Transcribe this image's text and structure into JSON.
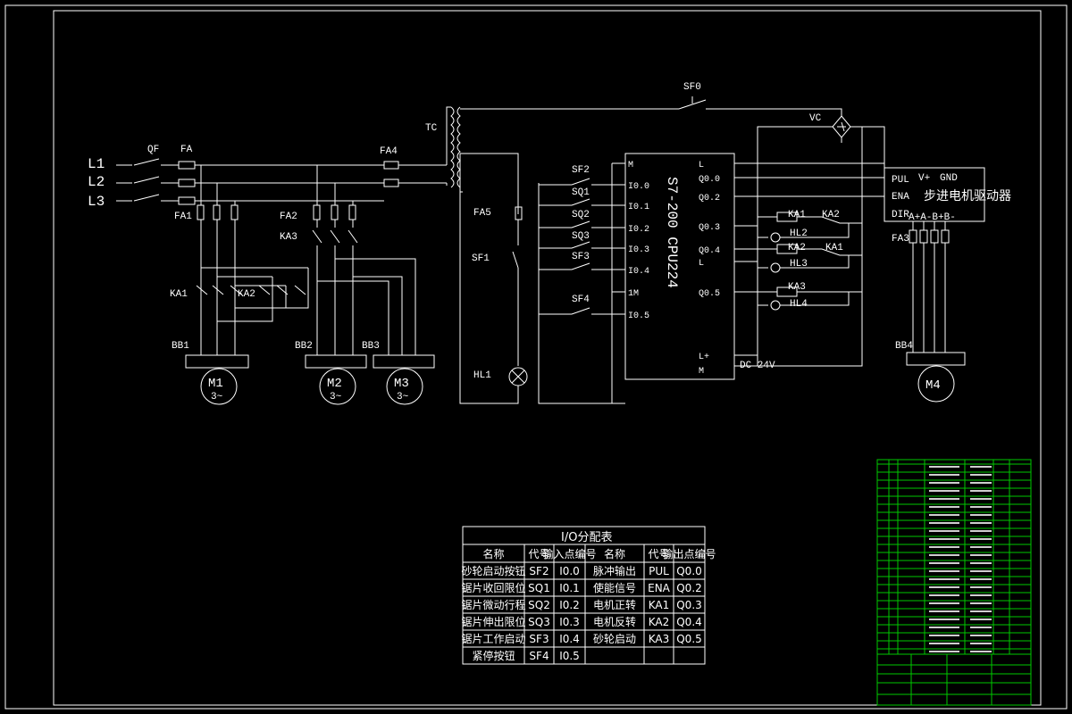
{
  "lines": {
    "l1": "L1",
    "l2": "L2",
    "l3": "L3",
    "qf": "QF",
    "fa": "FA",
    "fa1": "FA1",
    "fa2": "FA2",
    "fa4": "FA4",
    "fa5": "FA5",
    "fa3": "FA3",
    "ka3": "KA3",
    "tc": "TC",
    "sf0": "SF0",
    "sf1": "SF1",
    "vc": "VC",
    "hl1": "HL1"
  },
  "motors": {
    "ka1": "KA1",
    "ka2": "KA2",
    "bb1": "BB1",
    "bb2": "BB2",
    "bb3": "BB3",
    "bb4": "BB4",
    "m1": "M1",
    "m2": "M2",
    "m3": "M3",
    "m4": "M4",
    "three_phase": "3~"
  },
  "inputs": {
    "sf2": "SF2",
    "sq1": "SQ1",
    "sq2": "SQ2",
    "sq3": "SQ3",
    "sf3": "SF3",
    "sf4": "SF4"
  },
  "plc": {
    "model": "S7-200 CPU224",
    "left_pins": [
      "M",
      "I0.0",
      "I0.1",
      "I0.2",
      "I0.3",
      "I0.4",
      "1M",
      "I0.5"
    ],
    "right_pins": [
      "L",
      "Q0.0",
      "Q0.2",
      "Q0.3",
      "Q0.4",
      "L",
      "Q0.5",
      "L+",
      "M"
    ],
    "dc": "DC 24V"
  },
  "outputs": {
    "ka1": "KA1",
    "ka2": "KA2",
    "hl2": "HL2",
    "hl3": "HL3",
    "ka2b": "KA2",
    "ka1b": "KA1",
    "ka3": "KA3",
    "hl4": "HL4"
  },
  "driver": {
    "title": "步进电机驱动器",
    "pul": "PUL",
    "ena": "ENA",
    "dir": "DIR",
    "vplus": "V+",
    "gnd": "GND",
    "phases": "A+A-B+B-"
  },
  "io_table": {
    "title": "I/O分配表",
    "headers": [
      "名称",
      "代号",
      "输入点编号",
      "名称",
      "代号",
      "输出点编号"
    ],
    "rows": [
      [
        "砂轮启动按钮",
        "SF2",
        "I0.0",
        "脉冲输出",
        "PUL",
        "Q0.0"
      ],
      [
        "锯片收回限位",
        "SQ1",
        "I0.1",
        "使能信号",
        "ENA",
        "Q0.2"
      ],
      [
        "锯片微动行程",
        "SQ2",
        "I0.2",
        "电机正转",
        "KA1",
        "Q0.3"
      ],
      [
        "锯片伸出限位",
        "SQ3",
        "I0.3",
        "电机反转",
        "KA2",
        "Q0.4"
      ],
      [
        "锯片工作启动",
        "SF3",
        "I0.4",
        "砂轮启动",
        "KA3",
        "Q0.5"
      ],
      [
        "紧停按钮",
        "SF4",
        "I0.5",
        "",
        "",
        ""
      ]
    ]
  },
  "colors": {
    "background": "#000000",
    "lines": "#ffffff",
    "title_block": "#00c800"
  }
}
